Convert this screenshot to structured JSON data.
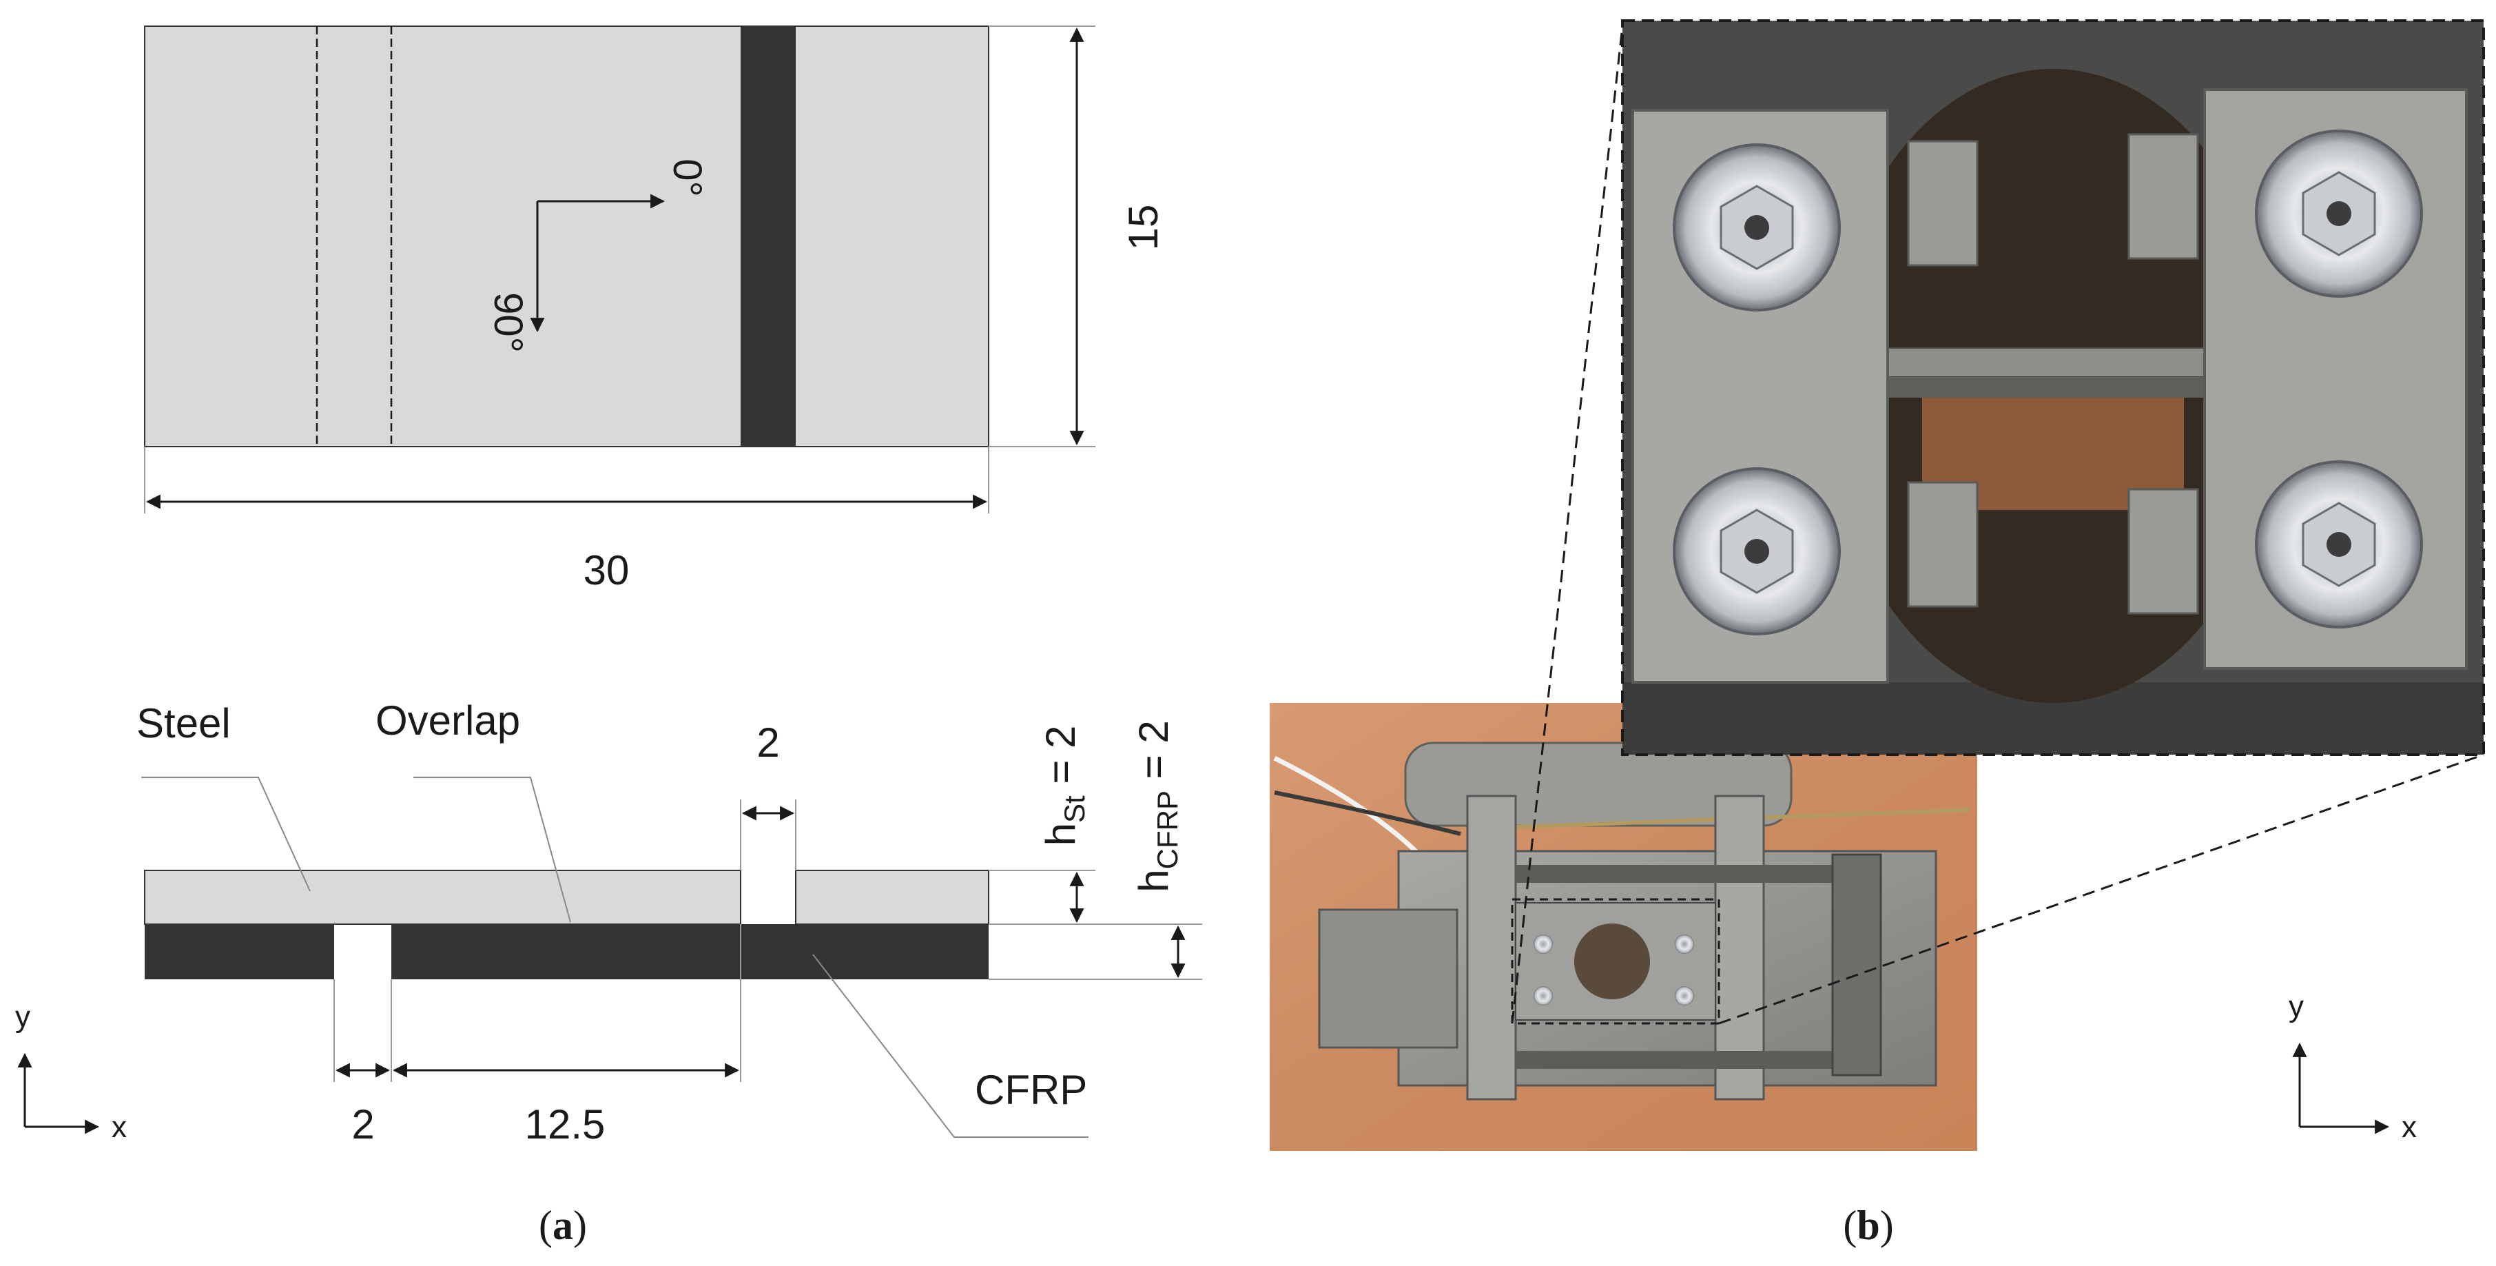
{
  "panel_a": {
    "top_view": {
      "width_label": "30",
      "height_label": "15",
      "orientation_0": "0°",
      "orientation_90": "90°"
    },
    "side_view": {
      "steel_label": "Steel",
      "overlap_label": "Overlap",
      "cfrp_label": "CFRP",
      "gap_top_label": "2",
      "gap_bottom_label": "2",
      "overlap_length_label": "12.5",
      "h_st": {
        "base": "h",
        "sub": "St",
        "rest": " = 2"
      },
      "h_cfrp": {
        "base": "h",
        "sub": "CFRP",
        "rest": " = 2"
      }
    },
    "axes": {
      "y": "y",
      "x": "x"
    },
    "caption": {
      "open": "(",
      "letter": "a",
      "close": ")"
    }
  },
  "panel_b": {
    "axes": {
      "y": "y",
      "x": "x"
    },
    "caption": {
      "open": "(",
      "letter": "b",
      "close": ")"
    }
  },
  "colors": {
    "steel": "#d9d9d9",
    "cfrp": "#333333",
    "line": "#1a1a1a",
    "photo_bg": "#cf9068",
    "metal": "#8c8c88"
  }
}
